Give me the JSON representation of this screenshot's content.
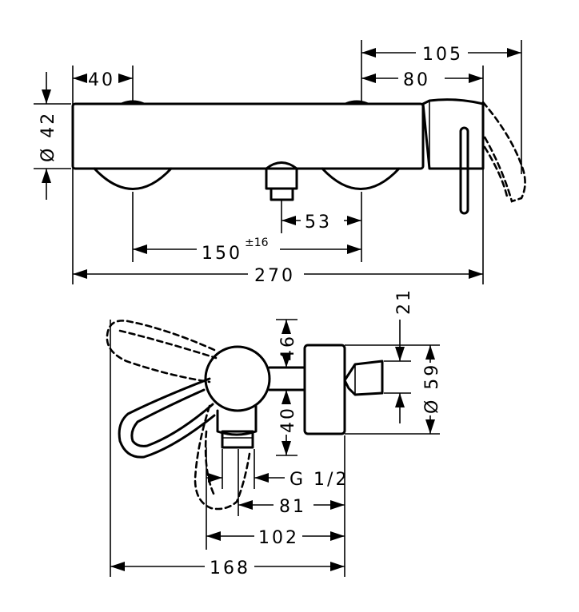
{
  "top_view": {
    "dims": {
      "d105": "105",
      "d40": "40",
      "d80": "80",
      "dia42": "Ø 42",
      "d53": "53",
      "d150": "150",
      "d150_tol": "±16",
      "d270": "270"
    }
  },
  "side_view": {
    "dims": {
      "d21": "21",
      "d46": "46",
      "dia59": "Ø 59",
      "d40": "40",
      "thread": "G 1/2",
      "d81": "81",
      "d102": "102",
      "d168": "168"
    }
  }
}
